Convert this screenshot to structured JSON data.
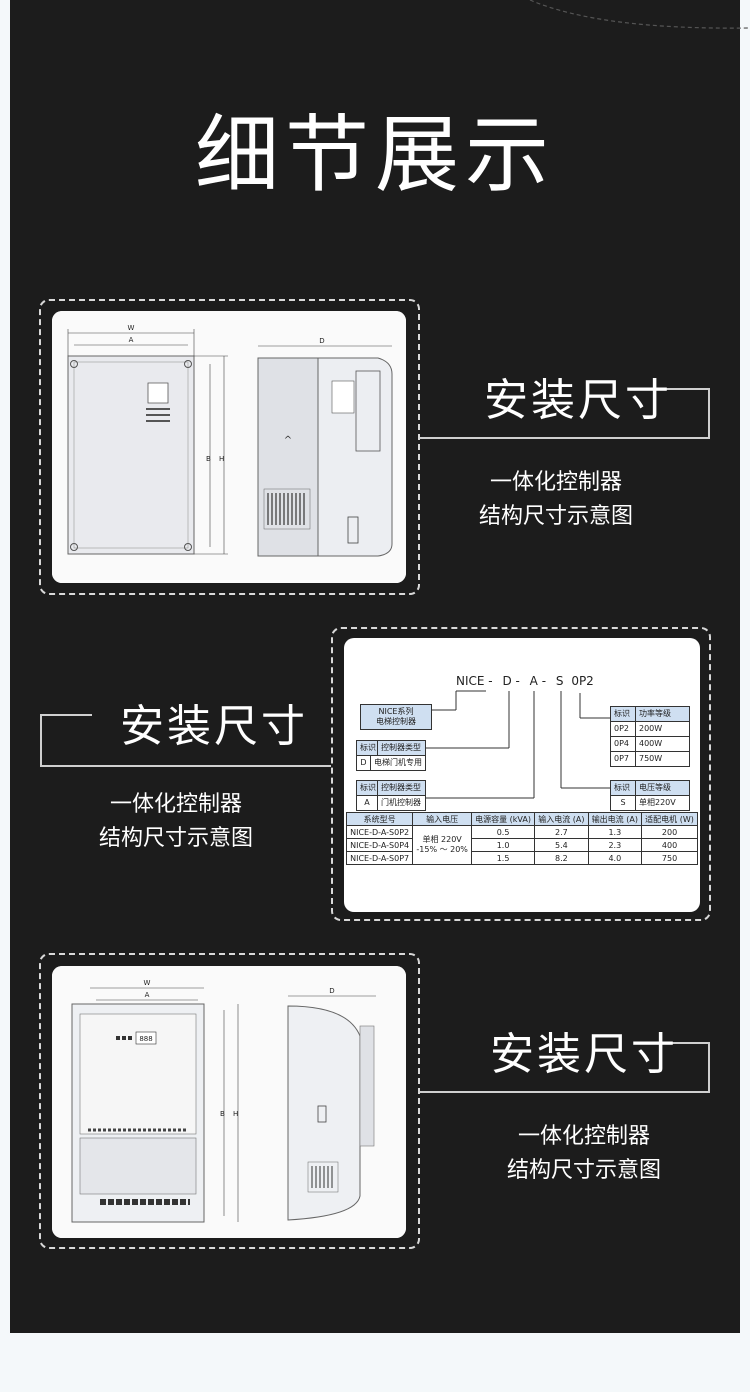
{
  "page": {
    "title": "细节展示"
  },
  "sections": [
    {
      "heading": "安装尺寸",
      "sub1": "一体化控制器",
      "sub2": "结构尺寸示意图"
    },
    {
      "heading": "安装尺寸",
      "sub1": "一体化控制器",
      "sub2": "结构尺寸示意图"
    },
    {
      "heading": "安装尺寸",
      "sub1": "一体化控制器",
      "sub2": "结构尺寸示意图"
    }
  ],
  "drawing1": {
    "w": "W",
    "a": "A",
    "b": "B",
    "h": "H",
    "d": "D"
  },
  "drawing3": {
    "w": "W",
    "a": "A",
    "b": "B",
    "h": "H",
    "d": "D",
    "display": "888"
  },
  "model_code": {
    "parts": [
      "NICE",
      "D",
      "A",
      "S",
      "0P2"
    ],
    "series_box": {
      "line1": "NICE系列",
      "line2": "电梯控制器"
    },
    "type_d": {
      "h1": "标识",
      "h2": "控制器类型",
      "code": "D",
      "desc": "电梯门机专用"
    },
    "type_a": {
      "h1": "标识",
      "h2": "控制器类型",
      "code": "A",
      "desc": "门机控制器"
    },
    "power": {
      "h1": "标识",
      "h2": "功率等级",
      "rows": [
        [
          "0P2",
          "200W"
        ],
        [
          "0P4",
          "400W"
        ],
        [
          "0P7",
          "750W"
        ]
      ]
    },
    "voltage": {
      "h1": "标识",
      "h2": "电压等级",
      "code": "S",
      "desc": "单相220V"
    }
  },
  "spec_table": {
    "headers": [
      "系统型号",
      "输入电压",
      "电源容量 (kVA)",
      "输入电流 (A)",
      "输出电流 (A)",
      "适配电机 (W)"
    ],
    "voltage": {
      "line1": "单相 220V",
      "line2": "-15% ～ 20%"
    },
    "rows": [
      [
        "NICE-D-A-S0P2",
        "0.5",
        "2.7",
        "1.3",
        "200"
      ],
      [
        "NICE-D-A-S0P4",
        "1.0",
        "5.4",
        "2.3",
        "400"
      ],
      [
        "NICE-D-A-S0P7",
        "1.5",
        "8.2",
        "4.0",
        "750"
      ]
    ]
  }
}
